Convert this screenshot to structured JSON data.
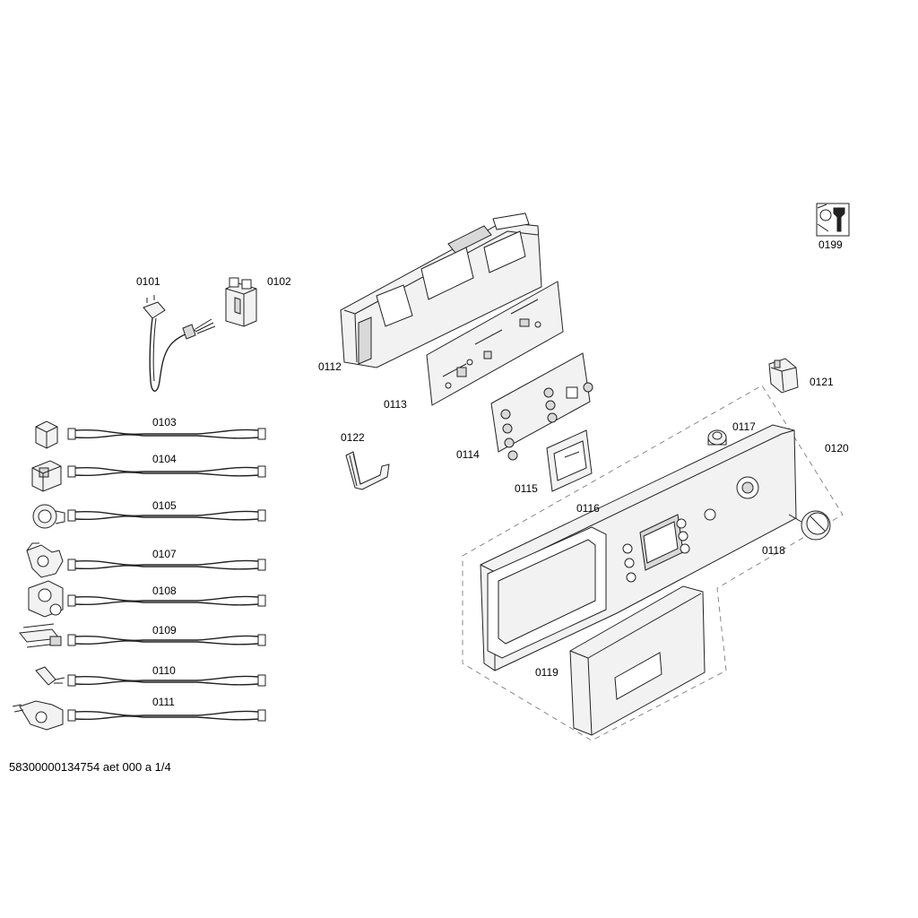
{
  "labels": {
    "p0101": "0101",
    "p0102": "0102",
    "p0103": "0103",
    "p0104": "0104",
    "p0105": "0105",
    "p0107": "0107",
    "p0108": "0108",
    "p0109": "0109",
    "p0110": "0110",
    "p0111": "0111",
    "p0112": "0112",
    "p0113": "0113",
    "p0114": "0114",
    "p0115": "0115",
    "p0116": "0116",
    "p0117": "0117",
    "p0118": "0118",
    "p0119": "0119",
    "p0120": "0120",
    "p0121": "0121",
    "p0122": "0122",
    "p0199": "0199"
  },
  "footer": "58300000134754 aet 000 a 1/4",
  "colors": {
    "line": "#222222",
    "fill": "#ffffff",
    "dashed_outline": "#888888"
  }
}
